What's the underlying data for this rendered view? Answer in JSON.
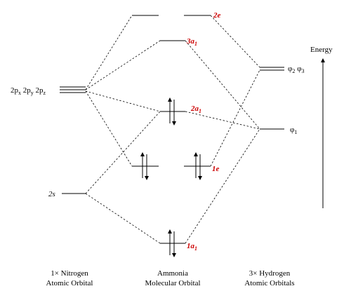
{
  "accent_color": "#cc0000",
  "energy_axis_label": "Energy",
  "columns": {
    "nitrogen": {
      "line1": "1× Nitrogen",
      "line2": "Atomic Orbital"
    },
    "ammonia": {
      "line1": "Ammonia",
      "line2": "Molecular Orbital"
    },
    "hydrogen": {
      "line1": "3× Hydrogen",
      "line2": "Atomic Orbitals"
    }
  },
  "nitrogen_orbitals": {
    "p": {
      "parts": [
        "2p",
        "x",
        " 2p",
        "y",
        " 2p",
        "z"
      ]
    },
    "s": {
      "label": "2s"
    }
  },
  "hydrogen_orbitals": {
    "phi23": {
      "parts": [
        "φ",
        "2",
        " φ",
        "3"
      ]
    },
    "phi1": {
      "parts": [
        "φ",
        "1"
      ]
    }
  },
  "molecular_orbitals": {
    "mo_2e": {
      "main": "2e",
      "sub": "",
      "electrons": 0
    },
    "mo_3a1": {
      "main": "3a",
      "sub": "1",
      "electrons": 0
    },
    "mo_2a1": {
      "main": "2a",
      "sub": "1",
      "electrons": 2
    },
    "mo_1e": {
      "main": "1e",
      "sub": "",
      "electrons": 4
    },
    "mo_1a1": {
      "main": "1a",
      "sub": "1",
      "electrons": 2
    }
  }
}
